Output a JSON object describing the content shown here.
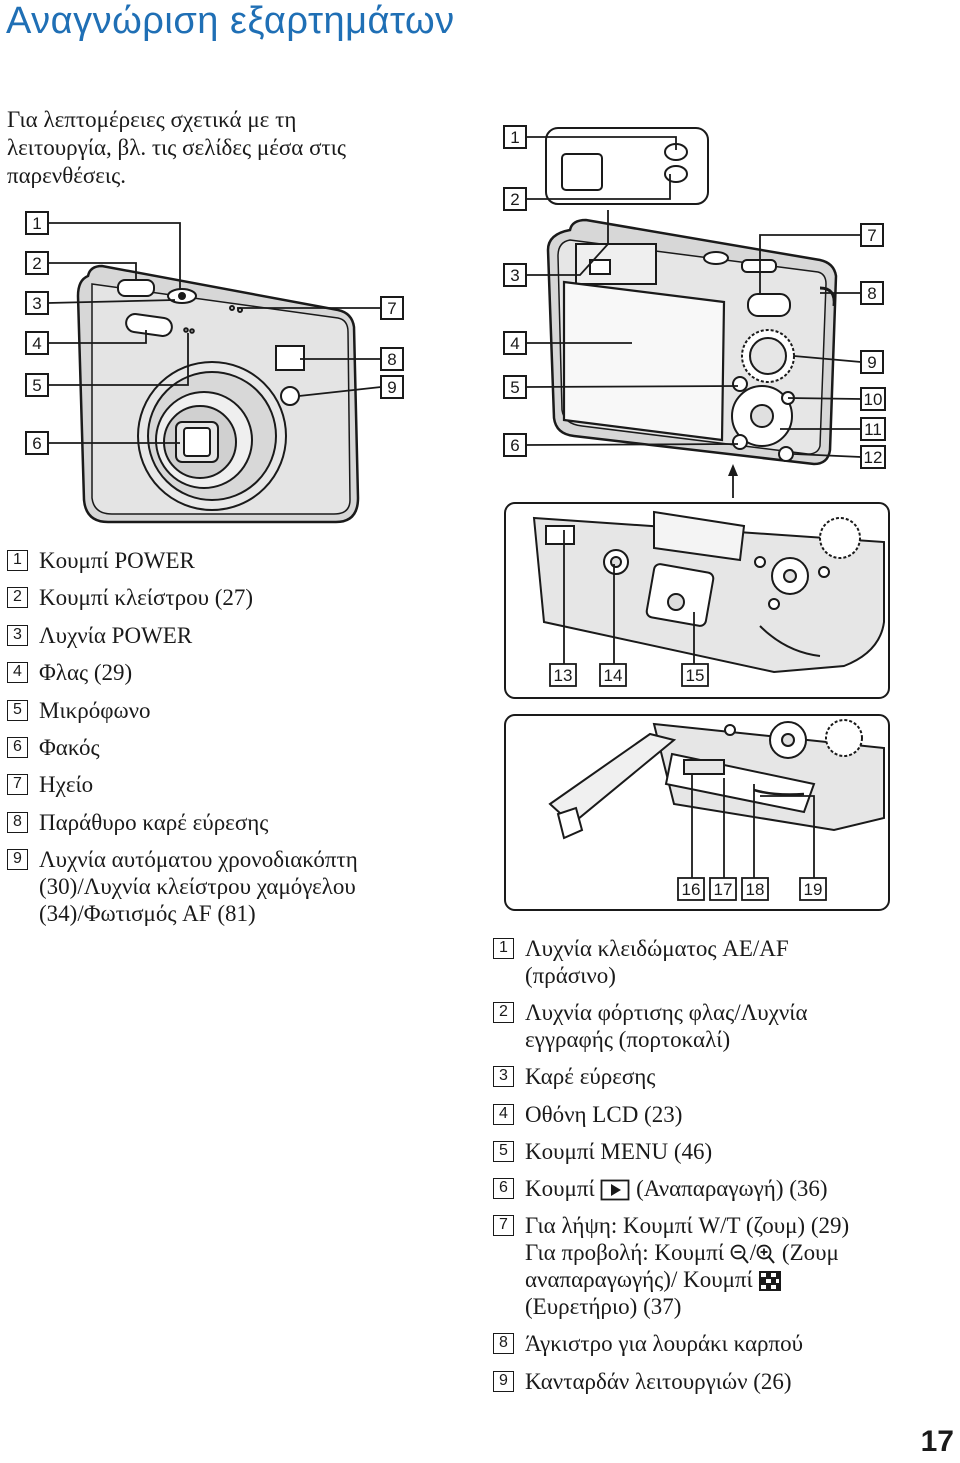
{
  "page": {
    "title": "Αναγνώριση εξαρτημάτων",
    "intro_lines": [
      "Για λεπτομέρειες σχετικά με τη",
      "λειτουργία, βλ. τις σελίδες μέσα στις",
      "παρενθέσεις."
    ],
    "page_number": "17"
  },
  "front_view": {
    "callouts_left": [
      "1",
      "2",
      "3",
      "4",
      "5",
      "6"
    ],
    "callouts_right": [
      "7",
      "8",
      "9"
    ]
  },
  "back_view": {
    "callouts_left": [
      "1",
      "2",
      "3",
      "4",
      "5",
      "6"
    ],
    "callouts_right": [
      "7",
      "8",
      "9",
      "10",
      "11",
      "12"
    ]
  },
  "bottom_view": {
    "callouts": [
      "13",
      "14",
      "15"
    ]
  },
  "battery_view": {
    "callouts": [
      "16",
      "17",
      "18",
      "19"
    ]
  },
  "front_items": [
    {
      "num": "1",
      "lines": [
        "Κουμπί POWER"
      ]
    },
    {
      "num": "2",
      "lines": [
        "Κουμπί κλείστρου (27)"
      ]
    },
    {
      "num": "3",
      "lines": [
        "Λυχνία POWER"
      ]
    },
    {
      "num": "4",
      "lines": [
        "Φλας (29)"
      ]
    },
    {
      "num": "5",
      "lines": [
        "Μικρόφωνο"
      ]
    },
    {
      "num": "6",
      "lines": [
        "Φακός"
      ]
    },
    {
      "num": "7",
      "lines": [
        "Ηχείο"
      ]
    },
    {
      "num": "8",
      "lines": [
        "Παράθυρο καρέ εύρεσης"
      ]
    },
    {
      "num": "9",
      "lines": [
        "Λυχνία αυτόματου χρονοδιακόπτη",
        "(30)/Λυχνία κλείστρου χαμόγελου",
        "(34)/Φωτισμός AF (81)"
      ]
    }
  ],
  "back_items": [
    {
      "num": "1",
      "lines": [
        "Λυχνία κλειδώματος AE/AF",
        "(πράσινο)"
      ]
    },
    {
      "num": "2",
      "lines": [
        "Λυχνία φόρτισης φλας/Λυχνία",
        "εγγραφής (πορτοκαλί)"
      ]
    },
    {
      "num": "3",
      "lines": [
        "Καρέ εύρεσης"
      ]
    },
    {
      "num": "4",
      "lines": [
        "Οθόνη LCD (23)"
      ]
    },
    {
      "num": "5",
      "lines": [
        "Κουμπί MENU (46)"
      ]
    },
    {
      "num": "6",
      "pre": "Κουμπί",
      "post": "(Αναπαραγωγή) (36)",
      "icon": "playback-icon"
    },
    {
      "num": "7",
      "line1": "Για λήψη: Κουμπί W/T (ζουμ) (29)",
      "line2_pre": "Για προβολή: Κουμπί",
      "line2_sep": "/",
      "line2_post": "(Ζουμ",
      "line3_pre": "αναπαραγωγής)/ Κουμπί",
      "line4": "(Ευρετήριο) (37)",
      "icons": [
        "zoom-out-icon",
        "zoom-in-icon",
        "index-icon"
      ]
    },
    {
      "num": "8",
      "lines": [
        "Άγκιστρο για λουράκι καρπού"
      ]
    },
    {
      "num": "9",
      "lines": [
        "Κανταρδάν λειτουργιών (26)"
      ]
    }
  ]
}
